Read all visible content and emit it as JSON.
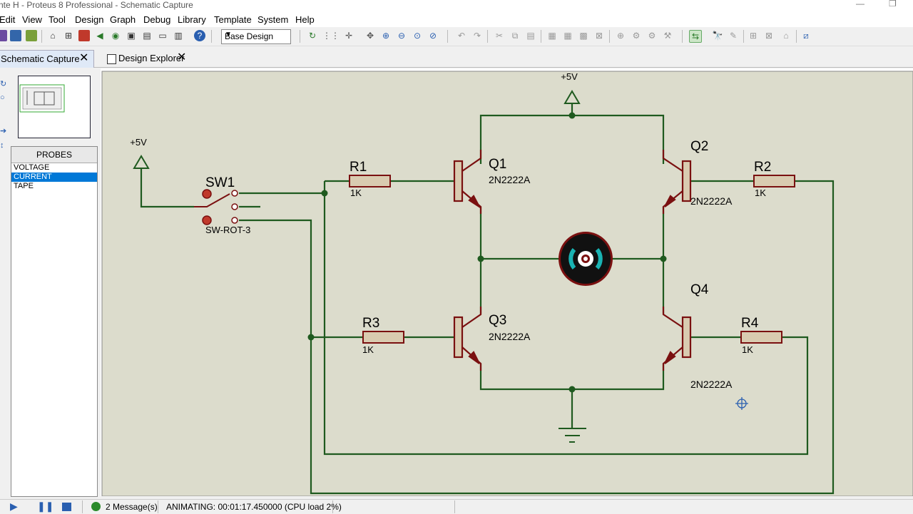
{
  "window": {
    "title": "nte H - Proteus 8 Professional - Schematic Capture"
  },
  "menu": [
    "Edit",
    "View",
    "Tool",
    "Design",
    "Graph",
    "Debug",
    "Library",
    "Template",
    "System",
    "Help"
  ],
  "toolbar": {
    "design_select": "Base Design"
  },
  "tabs": [
    {
      "label": "Schematic Capture",
      "active": true
    },
    {
      "label": "Design Explorer",
      "active": false
    }
  ],
  "probes": {
    "header": "PROBES",
    "items": [
      "VOLTAGE",
      "CURRENT",
      "TAPE"
    ],
    "selected": "CURRENT"
  },
  "schematic": {
    "power_label_top": "+5V",
    "power_label_left": "+5V",
    "switch": {
      "ref": "SW1",
      "type": "SW-ROT-3"
    },
    "resistors": [
      {
        "ref": "R1",
        "value": "1K"
      },
      {
        "ref": "R2",
        "value": "1K"
      },
      {
        "ref": "R3",
        "value": "1K"
      },
      {
        "ref": "R4",
        "value": "1K"
      }
    ],
    "transistors": [
      {
        "ref": "Q1",
        "part": "2N2222A"
      },
      {
        "ref": "Q2",
        "part": "2N2222A"
      },
      {
        "ref": "Q3",
        "part": "2N2222A"
      },
      {
        "ref": "Q4",
        "part": "2N2222A"
      }
    ]
  },
  "status": {
    "messages": "2 Message(s)",
    "animating": "ANIMATING: 00:01:17.450000 (CPU load 2%)"
  },
  "colors": {
    "wire": "#1f5a1f",
    "component": "#7a1010",
    "component_fill": "#d9cbb0",
    "sheet": "#dcdccc",
    "motor_accent": "#19b3b3"
  }
}
